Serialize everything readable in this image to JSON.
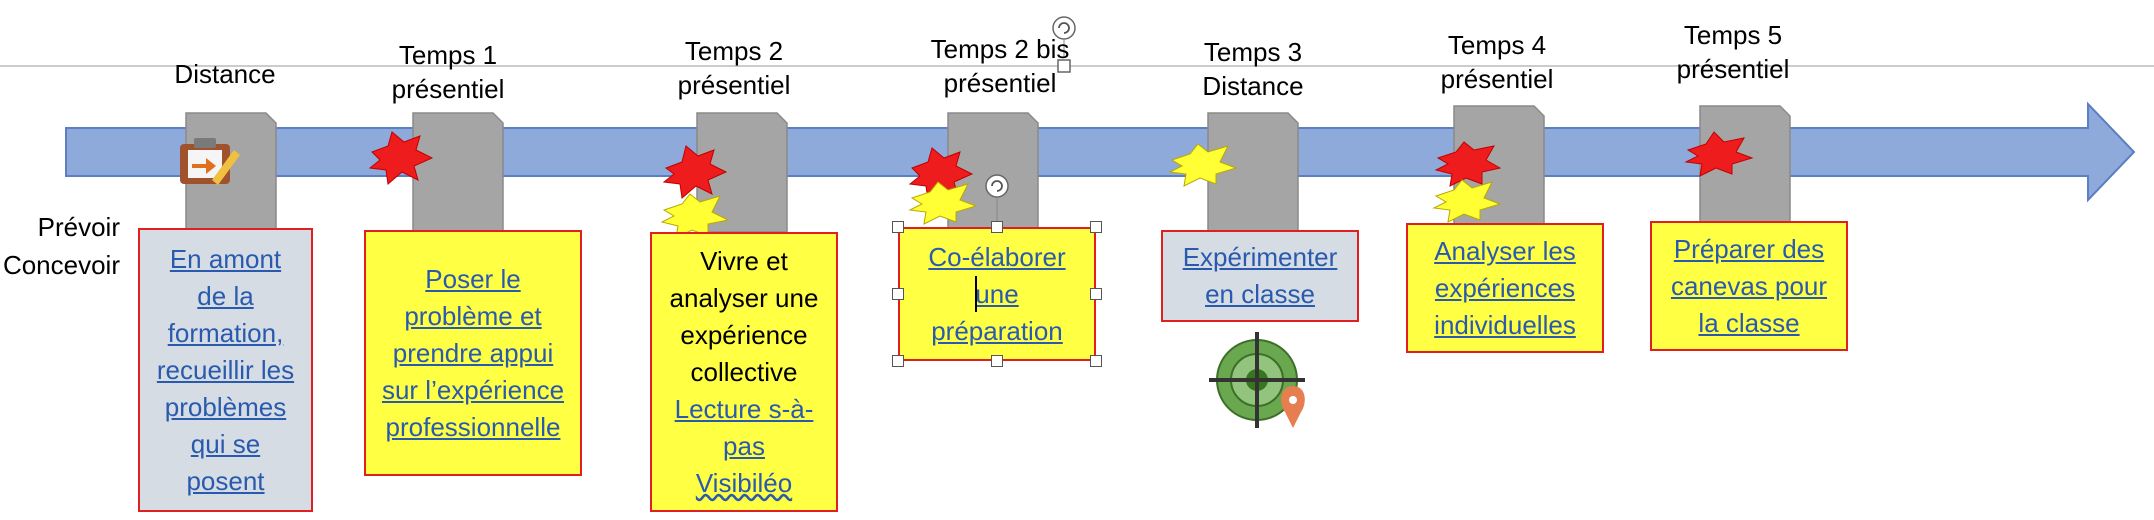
{
  "stages": [
    {
      "heading": "Distance",
      "heading2": "",
      "box_lines": [
        "En amont",
        "de la",
        "formation,",
        "recueillir les",
        "problèmes",
        "qui se",
        "posent"
      ],
      "box_style": "grey"
    },
    {
      "heading": "Temps 1",
      "heading2": "présentiel",
      "box_lines": [
        "Poser le",
        "problème et",
        "prendre appui",
        "sur l’expérience",
        "professionnelle"
      ],
      "box_style": "yellow"
    },
    {
      "heading": "Temps 2",
      "heading2": "présentiel",
      "box_lines": [
        "Vivre et",
        "analyser une",
        "expérience",
        "collective"
      ],
      "box_links": [
        "Lecture s-à-",
        "pas",
        "Visibiléo"
      ],
      "box_style": "yellow"
    },
    {
      "heading": "Temps 2 bis",
      "heading2": "présentiel",
      "box_lines": [
        "Co-élaborer",
        "une",
        "préparation"
      ],
      "box_style": "yellow"
    },
    {
      "heading": "Temps 3",
      "heading2": "Distance",
      "box_lines": [
        "Expérimenter",
        "en classe"
      ],
      "box_style": "grey"
    },
    {
      "heading": "Temps 4",
      "heading2": "présentiel",
      "box_lines": [
        "Analyser les",
        "expériences",
        "individuelles"
      ],
      "box_style": "yellow"
    },
    {
      "heading": "Temps 5",
      "heading2": "présentiel",
      "box_lines": [
        "Préparer des",
        "canevas pour",
        "la classe"
      ],
      "box_style": "yellow"
    }
  ],
  "side_label": {
    "line1": "Prévoir",
    "line2": "Concevoir"
  },
  "colors": {
    "arrow": "#8eaadb",
    "arrow_stroke": "#5b7fc4",
    "doc": "#a5a5a5",
    "red_burst": "#ee1c1c",
    "yellow_burst": "#ffff33",
    "box_border": "#e02020",
    "link": "#2a5aae",
    "target": "#6aa84f"
  },
  "icons": [
    "clipboard-icon",
    "target-icon",
    "rotate-handle-icon"
  ]
}
